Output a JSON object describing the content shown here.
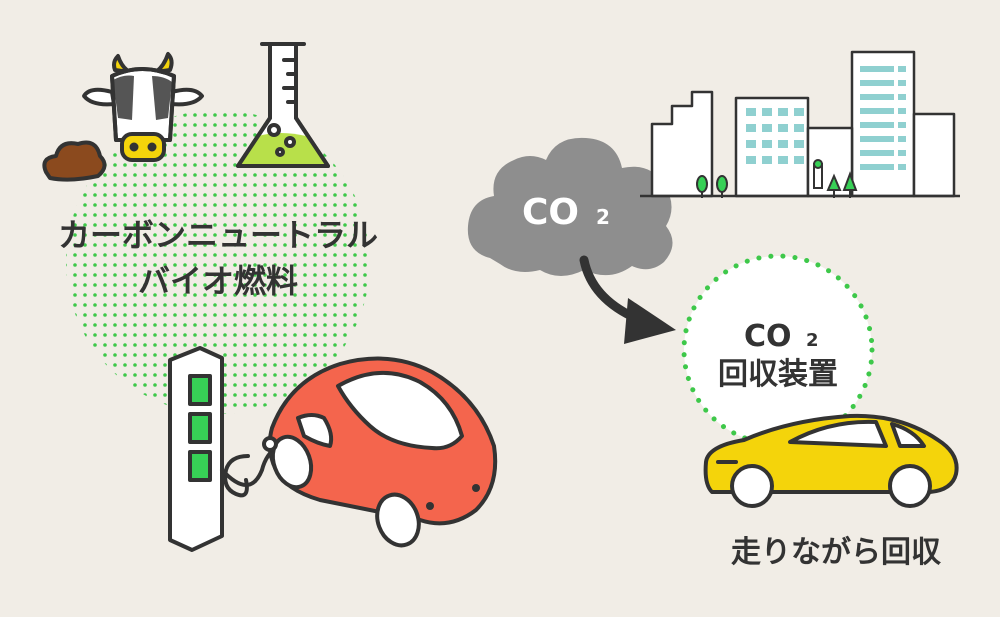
{
  "bio_fuel": {
    "line1": "カーボンニュートラル",
    "line2": "バイオ燃料"
  },
  "emission": {
    "label": "CO",
    "subscript": "2"
  },
  "capture_device": {
    "line1_main": "CO",
    "line1_sub": "2",
    "line2": "回収装置"
  },
  "caption": {
    "text": "走りながら回収"
  },
  "icons": [
    "cow-icon",
    "manure-icon",
    "flask-icon",
    "charging-station-icon",
    "red-car-icon",
    "cloud-icon",
    "city-icon",
    "arrow-icon",
    "yellow-car-icon"
  ],
  "colors": {
    "background": "#f1ede6",
    "dots_green": "#3ec84a",
    "red_car": "#f4654d",
    "yellow_car": "#f4d40b",
    "cloud": "#8e8e8e",
    "flask_liquid": "#b8e04a",
    "charger_light": "#37d056",
    "city_windows": "#8fd0d0"
  }
}
